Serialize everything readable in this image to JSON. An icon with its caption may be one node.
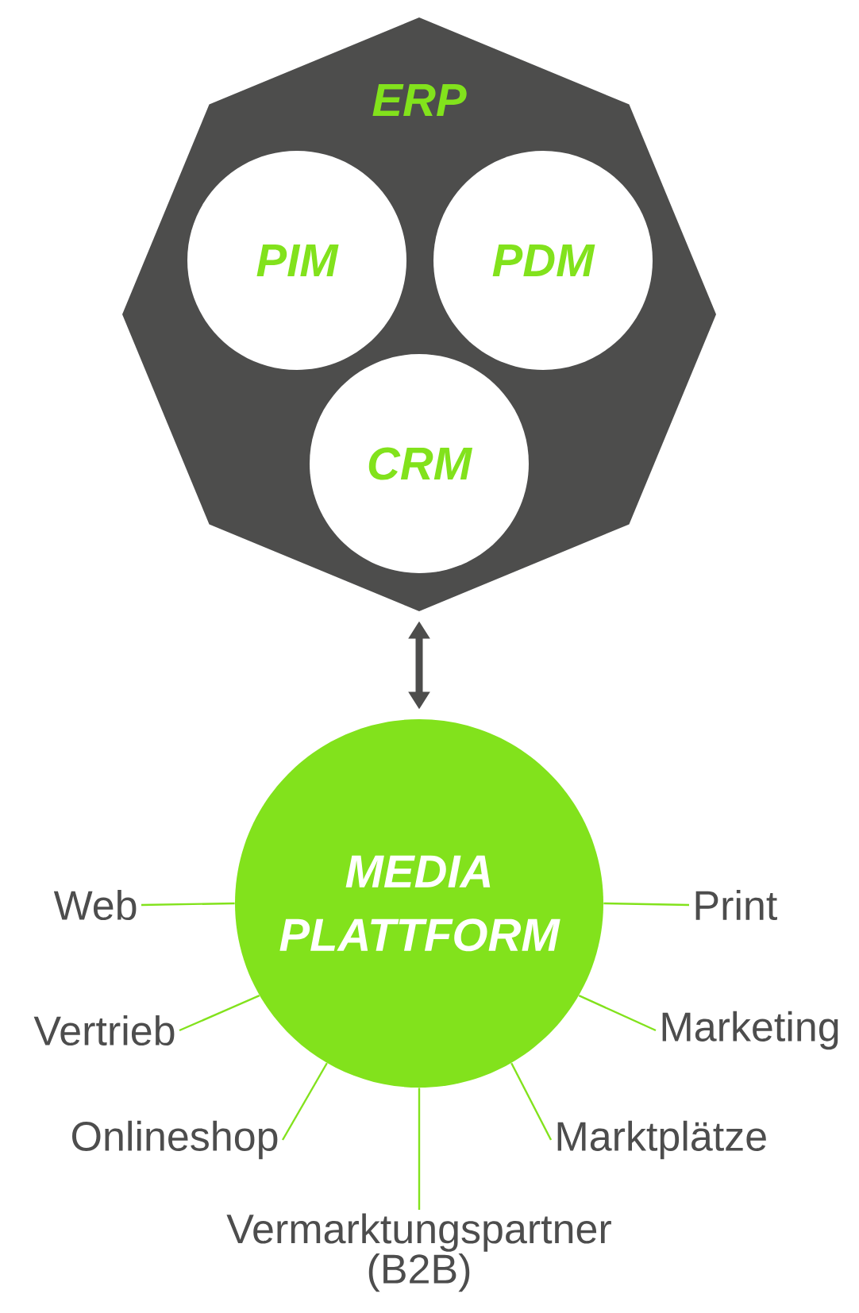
{
  "diagram": {
    "nodes": [
      {
        "text": [
          "ERP"
        ]
      },
      {
        "text": [
          "PIM"
        ],
        "in": 0
      },
      {
        "text": [
          "PDM"
        ],
        "in": 0
      },
      {
        "text": [
          "CRM"
        ],
        "in": 0
      },
      {
        "text": [
          "MEDIA PLATTFORM"
        ]
      },
      {
        "text": [
          "Web"
        ]
      },
      {
        "text": [
          "Print"
        ]
      },
      {
        "text": [
          "Vertrieb"
        ]
      },
      {
        "text": [
          "Marketing"
        ]
      },
      {
        "text": [
          "Onlineshop"
        ]
      },
      {
        "text": [
          "Marktplätze"
        ]
      },
      {
        "text": [
          "Vermarktungspartner (B2B)"
        ]
      }
    ],
    "edges": [
      {
        "from": 0,
        "to": 4,
        "arrow": "both",
        "style": "thick",
        "color": "#4d4d4c"
      },
      {
        "from": 4,
        "to": 5,
        "arrow": "none"
      },
      {
        "from": 4,
        "to": 6,
        "arrow": "none"
      },
      {
        "from": 4,
        "to": 7,
        "arrow": "none"
      },
      {
        "from": 4,
        "to": 8,
        "arrow": "none"
      },
      {
        "from": 4,
        "to": 9,
        "arrow": "none"
      },
      {
        "from": 4,
        "to": 10,
        "arrow": "none"
      },
      {
        "from": 4,
        "to": 11,
        "arrow": "none"
      }
    ]
  }
}
